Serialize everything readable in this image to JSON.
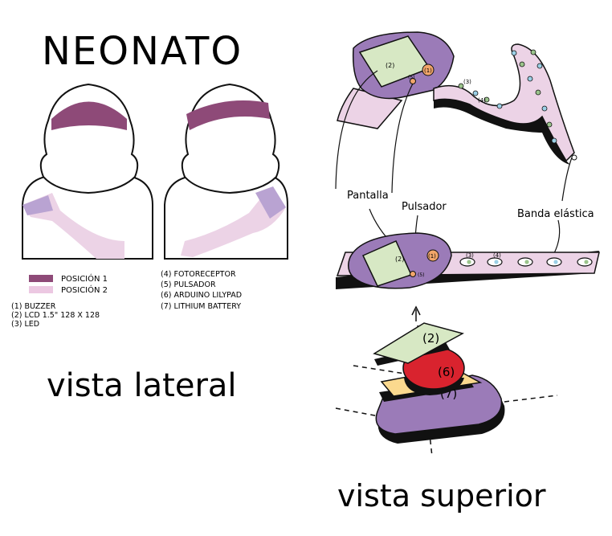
{
  "title": "NEONATO",
  "legend": {
    "items": [
      {
        "label": "POSICIÓN 1",
        "color": "#8e4a78"
      },
      {
        "label": "POSICIÓN 2",
        "color": "#ecc8e2"
      }
    ]
  },
  "components_left": [
    "(1) BUZZER",
    "(2) LCD 1.5\"  128 X 128",
    "(3) LED"
  ],
  "components_right": [
    "(4) FOTORECEPTOR",
    "(5) PULSADOR",
    "(6) ARDUINO LILYPAD",
    "(7) LITHIUM BATTERY"
  ],
  "view_lateral": "vista  lateral",
  "view_superior": "vista superior",
  "callouts": {
    "pantalla": "Pantalla",
    "pulsador": "Pulsador",
    "banda": "Banda elástica"
  },
  "markers": {
    "m1": "(1)",
    "m2": "(2)",
    "m3": "(3)",
    "m4": "(4)",
    "m5": "(5)",
    "m6": "(6)",
    "m7": "(7)"
  },
  "colors": {
    "purple": "#9b7bb8",
    "dark_purple": "#8e4a78",
    "light_pink": "#ecd3e6",
    "screen_green": "#d7e8c4",
    "button_orange": "#f2a66a",
    "arduino_red": "#d9232e",
    "battery_yellow": "#fbd98e"
  }
}
